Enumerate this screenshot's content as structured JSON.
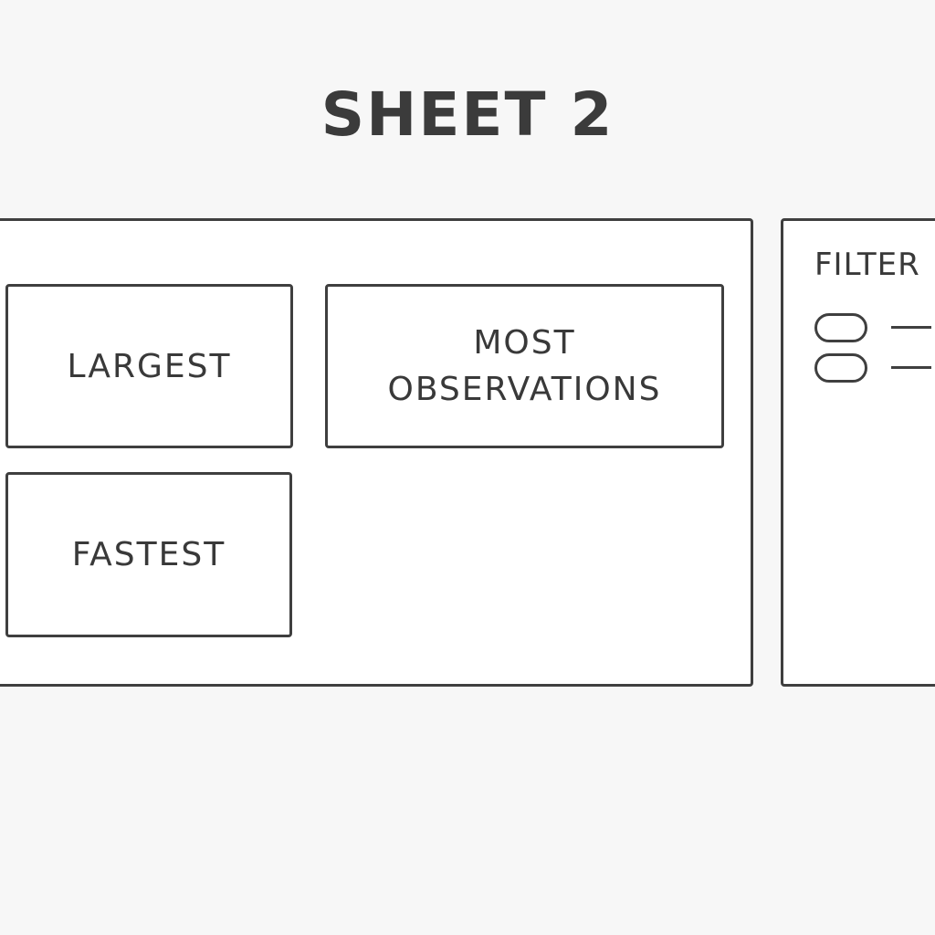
{
  "header": {
    "title": "SHEET 2"
  },
  "main_panel": {
    "cards": [
      {
        "label": "LARGEST"
      },
      {
        "label": "MOST\nOBSERVATIONS"
      },
      {
        "label": "FASTEST"
      }
    ]
  },
  "filter_panel": {
    "label": "FILTER",
    "toggles": [
      {
        "state": "off"
      },
      {
        "state": "off"
      }
    ]
  },
  "colors": {
    "background": "#f7f7f7",
    "panel": "#ffffff",
    "border": "#3f3f3f",
    "text": "#3a3a3a"
  }
}
